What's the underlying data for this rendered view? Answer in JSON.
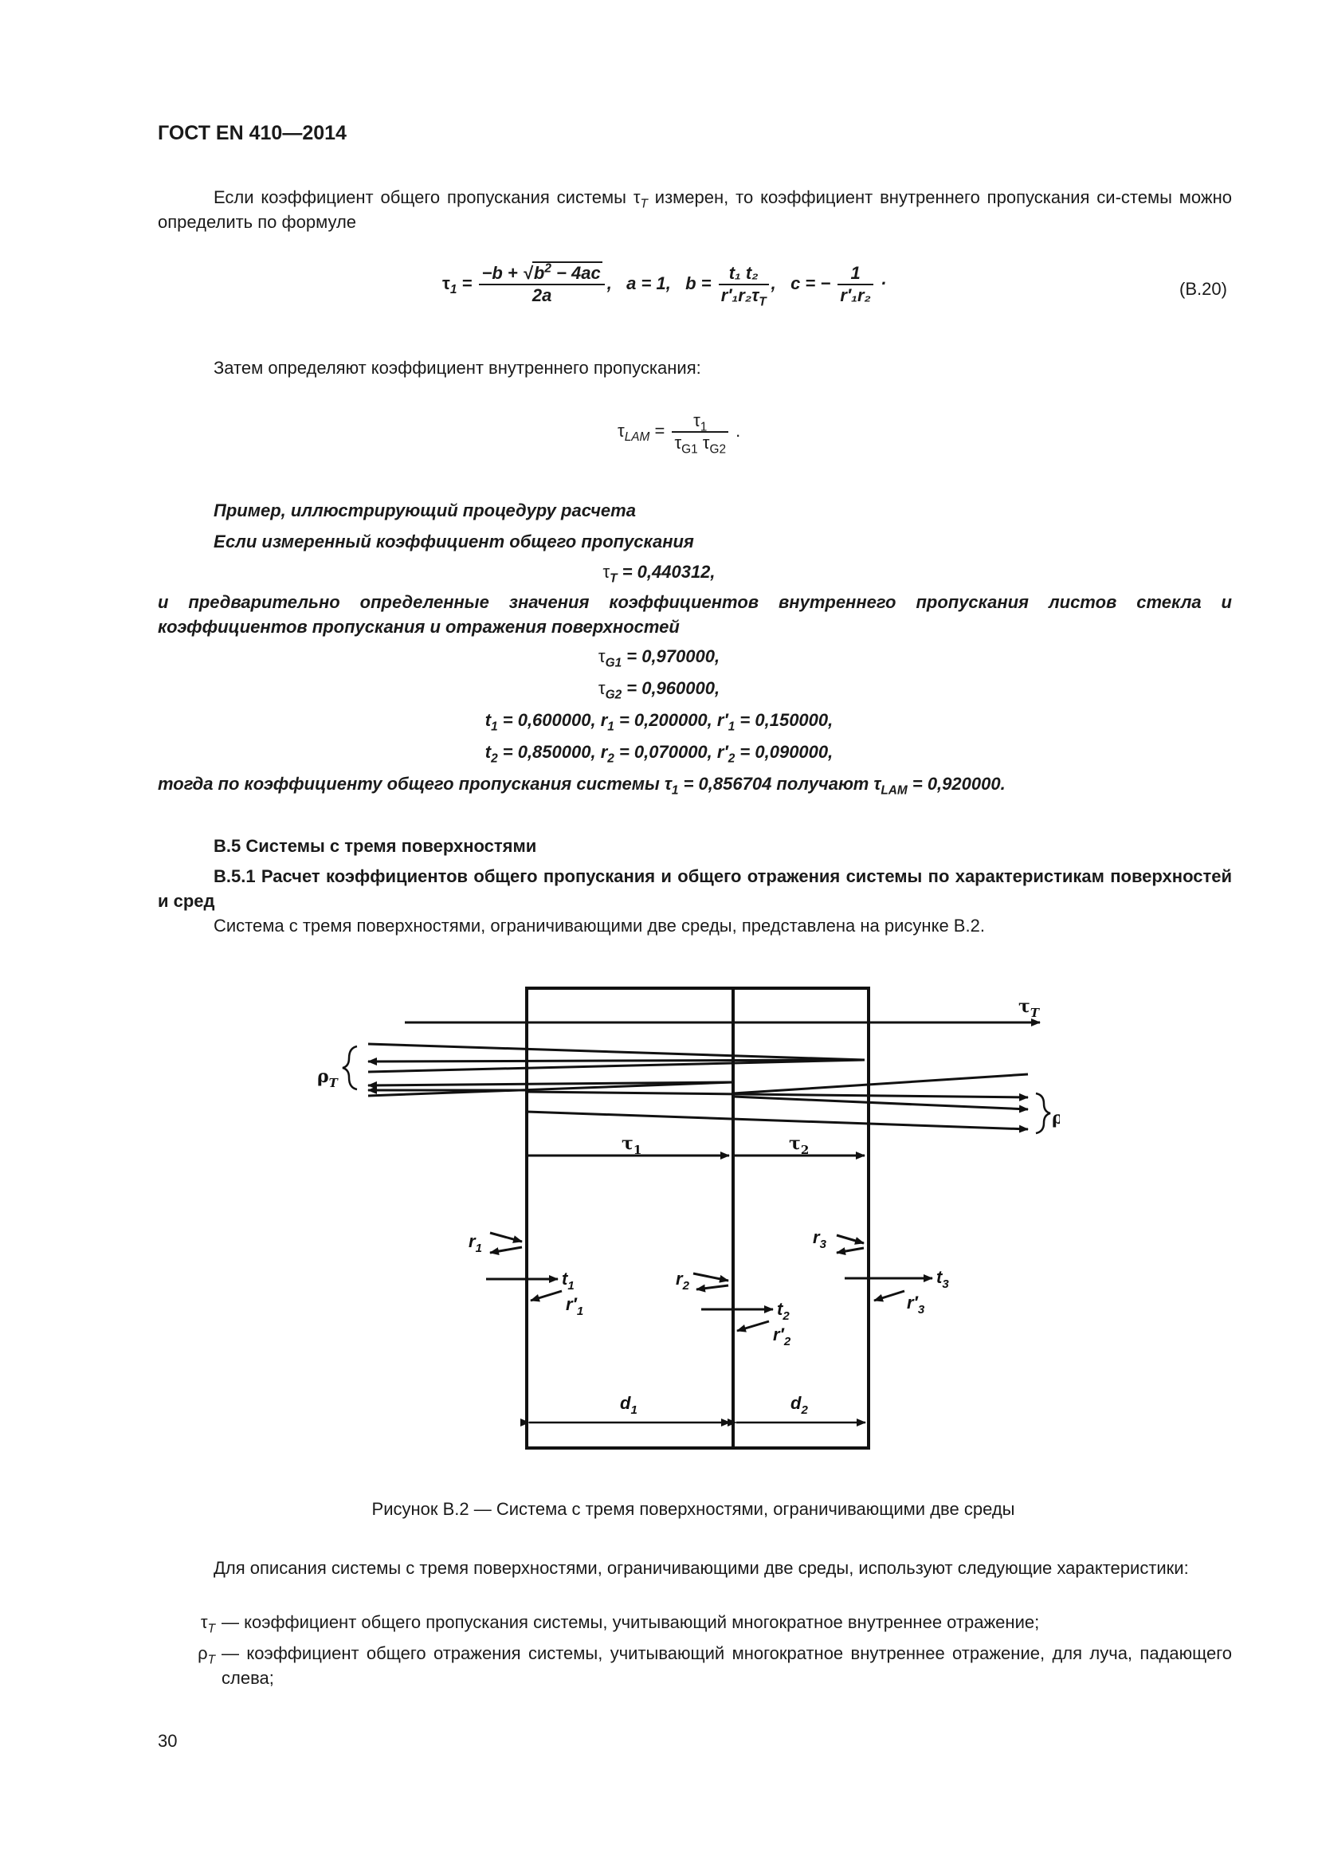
{
  "header": {
    "doc_id": "ГОСТ EN 410—2014"
  },
  "para1": "Если коэффициент общего пропускания системы τ",
  "para1_sub": "T",
  "para1_rest": " измерен, то коэффициент внутреннего пропускания си-стемы можно определить по формуле",
  "formula_b20": {
    "lhs": "τ",
    "lhs_sub": "1",
    "num_a": "−b + ",
    "sqrt_body": "b",
    "sqrt_sup": "2",
    "sqrt_tail": " − 4ac",
    "den": "2a",
    "a_eq": "a = 1,",
    "b_lbl": "b =",
    "b_num": "t₁ t₂",
    "b_den": "r′₁r₂τ",
    "b_den_sub": "T",
    "c_lbl": "c = −",
    "c_num": "1",
    "c_den": "r′₁r₂",
    "number": "(В.20)"
  },
  "para2": "Затем определяют коэффициент внутреннего пропускания:",
  "formula_lam": {
    "lhs": "τ",
    "lhs_sub": "LAM",
    "num": "τ",
    "num_sub": "1",
    "den1": "τ",
    "den1_sub": "G1",
    "den2": "τ",
    "den2_sub": "G2"
  },
  "example": {
    "heading": "Пример, иллюстрирующий процедуру расчета",
    "line1": "Если измеренный коэффициент общего пропускания",
    "tauT": "τ",
    "tauT_sub": "T",
    "tauT_val": " = 0,440312,",
    "line2": "и предварительно определенные значения коэффициентов внутреннего пропускания листов стекла и коэффициентов пропускания и отражения поверхностей",
    "tauG1_sub": "G1",
    "tauG1_val": " = 0,970000,",
    "tauG2_sub": "G2",
    "tauG2_val": " = 0,960000,",
    "row1": {
      "t": "t",
      "t_sub": "1",
      "t_val": " = 0,600000, ",
      "r": "r",
      "r_sub": "1",
      "r_val": " = 0,200000, ",
      "rp": "r′",
      "rp_sub": "1",
      "rp_val": " = 0,150000,"
    },
    "row2": {
      "t": "t",
      "t_sub": "2",
      "t_val": " = 0,850000, ",
      "r": "r",
      "r_sub": "2",
      "r_val": " = 0,070000, ",
      "rp": "r′",
      "rp_sub": "2",
      "rp_val": " = 0,090000,"
    },
    "final_a": "тогда по коэффициенту общего пропускания системы τ",
    "final_sub1": "1",
    "final_b": " = 0,856704 получают τ",
    "final_sub2": "LAM",
    "final_c": " = 0,920000."
  },
  "section_b5": {
    "title": "В.5 Системы с тремя поверхностями",
    "sub_title": "В.5.1 Расчет коэффициентов общего пропускания и общего отражения системы по характеристикам поверхностей и сред",
    "intro": "Система с тремя поверхностями, ограничивающими две среды, представлена на рисунке В.2."
  },
  "figure": {
    "caption": "Рисунок В.2 — Система с тремя поверхностями, ограничивающими две среды",
    "labels": {
      "tauT": "τ",
      "tauT_sub": "T",
      "rhoT": "ρ",
      "rhoT_sub": "T",
      "rhoTp": "ρ′",
      "rhoTp_sub": "T",
      "tau1": "τ",
      "tau1_sub": "1",
      "tau2": "τ",
      "tau2_sub": "2",
      "r1": "r",
      "r1_sub": "1",
      "t1": "t",
      "t1_sub": "1",
      "r1p": "r′",
      "r1p_sub": "1",
      "r2": "r",
      "r2_sub": "2",
      "t2": "t",
      "t2_sub": "2",
      "r2p": "r′",
      "r2p_sub": "2",
      "r3": "r",
      "r3_sub": "3",
      "t3": "t",
      "t3_sub": "3",
      "r3p": "r′",
      "r3p_sub": "3",
      "d1": "d",
      "d1_sub": "1",
      "d2": "d",
      "d2_sub": "2"
    }
  },
  "para3": "Для описания системы с тремя поверхностями, ограничивающими две среды, используют следующие характеристики:",
  "defs": [
    {
      "sym": "τ",
      "sub": "T",
      "text": "— коэффициент общего пропускания системы, учитывающий многократное внутреннее отражение;"
    },
    {
      "sym": "ρ",
      "sub": "T",
      "text": "— коэффициент общего отражения системы, учитывающий многократное внутреннее отражение, для луча, падающего слева;"
    }
  ],
  "page_number": "30"
}
